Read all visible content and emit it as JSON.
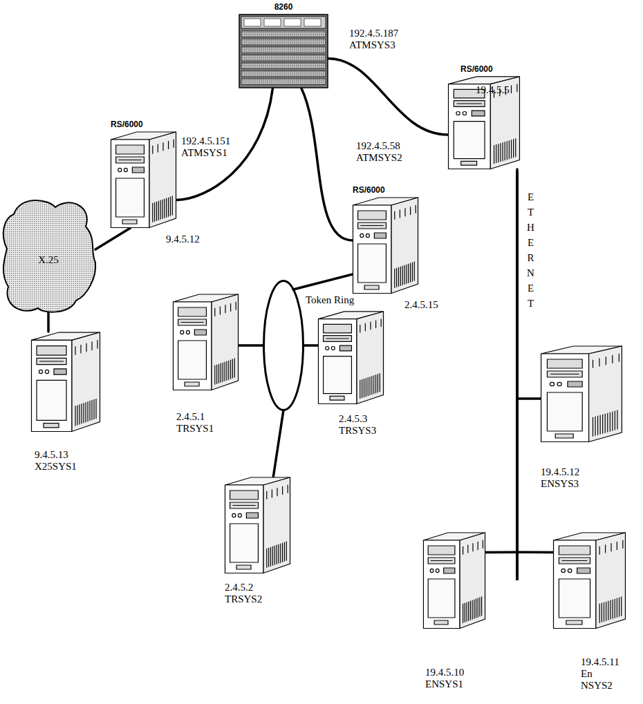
{
  "diagram": {
    "nodes": [
      {
        "text": [
          "8260"
        ]
      },
      {
        "text": [
          "RS/6000",
          "192.4.5.187 ATMSYS3",
          "19.4.5.5"
        ]
      },
      {
        "text": [
          "RS/6000",
          "192.4.5.151 ATMSYS1",
          "9.4.5.12"
        ]
      },
      {
        "text": [
          "192.4.5.58 ATMSYS2",
          "RS/6000",
          "2.4.5.15"
        ]
      },
      {
        "text": [
          "X.25"
        ]
      },
      {
        "text": [
          "Token Ring"
        ]
      },
      {
        "text": [
          "ETHERNET"
        ]
      },
      {
        "text": [
          "2.4.5.1 TRSYS1"
        ]
      },
      {
        "text": [
          "2.4.5.3 TRSYS3"
        ]
      },
      {
        "text": [
          "19.4.5.12 ENSYS3"
        ]
      },
      {
        "text": [
          "9.4.5.13 X25SYS1"
        ]
      },
      {
        "text": [
          "2.4.5.2 TRSYS2"
        ]
      },
      {
        "text": [
          "19.4.5.10 ENSYS1"
        ]
      },
      {
        "text": [
          "19.4.5.11 En NSYS2"
        ]
      }
    ],
    "edges": [
      {
        "from": 0,
        "to": 1,
        "arrow": "none"
      },
      {
        "from": 0,
        "to": 2,
        "arrow": "none"
      },
      {
        "from": 0,
        "to": 3,
        "arrow": "none"
      },
      {
        "from": 2,
        "to": 4,
        "arrow": "none"
      },
      {
        "from": 4,
        "to": 10,
        "arrow": "none"
      },
      {
        "from": 3,
        "to": 5,
        "arrow": "none"
      },
      {
        "from": 5,
        "to": 7,
        "arrow": "none"
      },
      {
        "from": 5,
        "to": 8,
        "arrow": "none"
      },
      {
        "from": 5,
        "to": 11,
        "arrow": "none"
      },
      {
        "from": 1,
        "to": 6,
        "arrow": "none"
      },
      {
        "from": 6,
        "to": 9,
        "arrow": "none"
      },
      {
        "from": 6,
        "to": 12,
        "arrow": "none"
      },
      {
        "from": 6,
        "to": 13,
        "arrow": "none"
      }
    ]
  }
}
